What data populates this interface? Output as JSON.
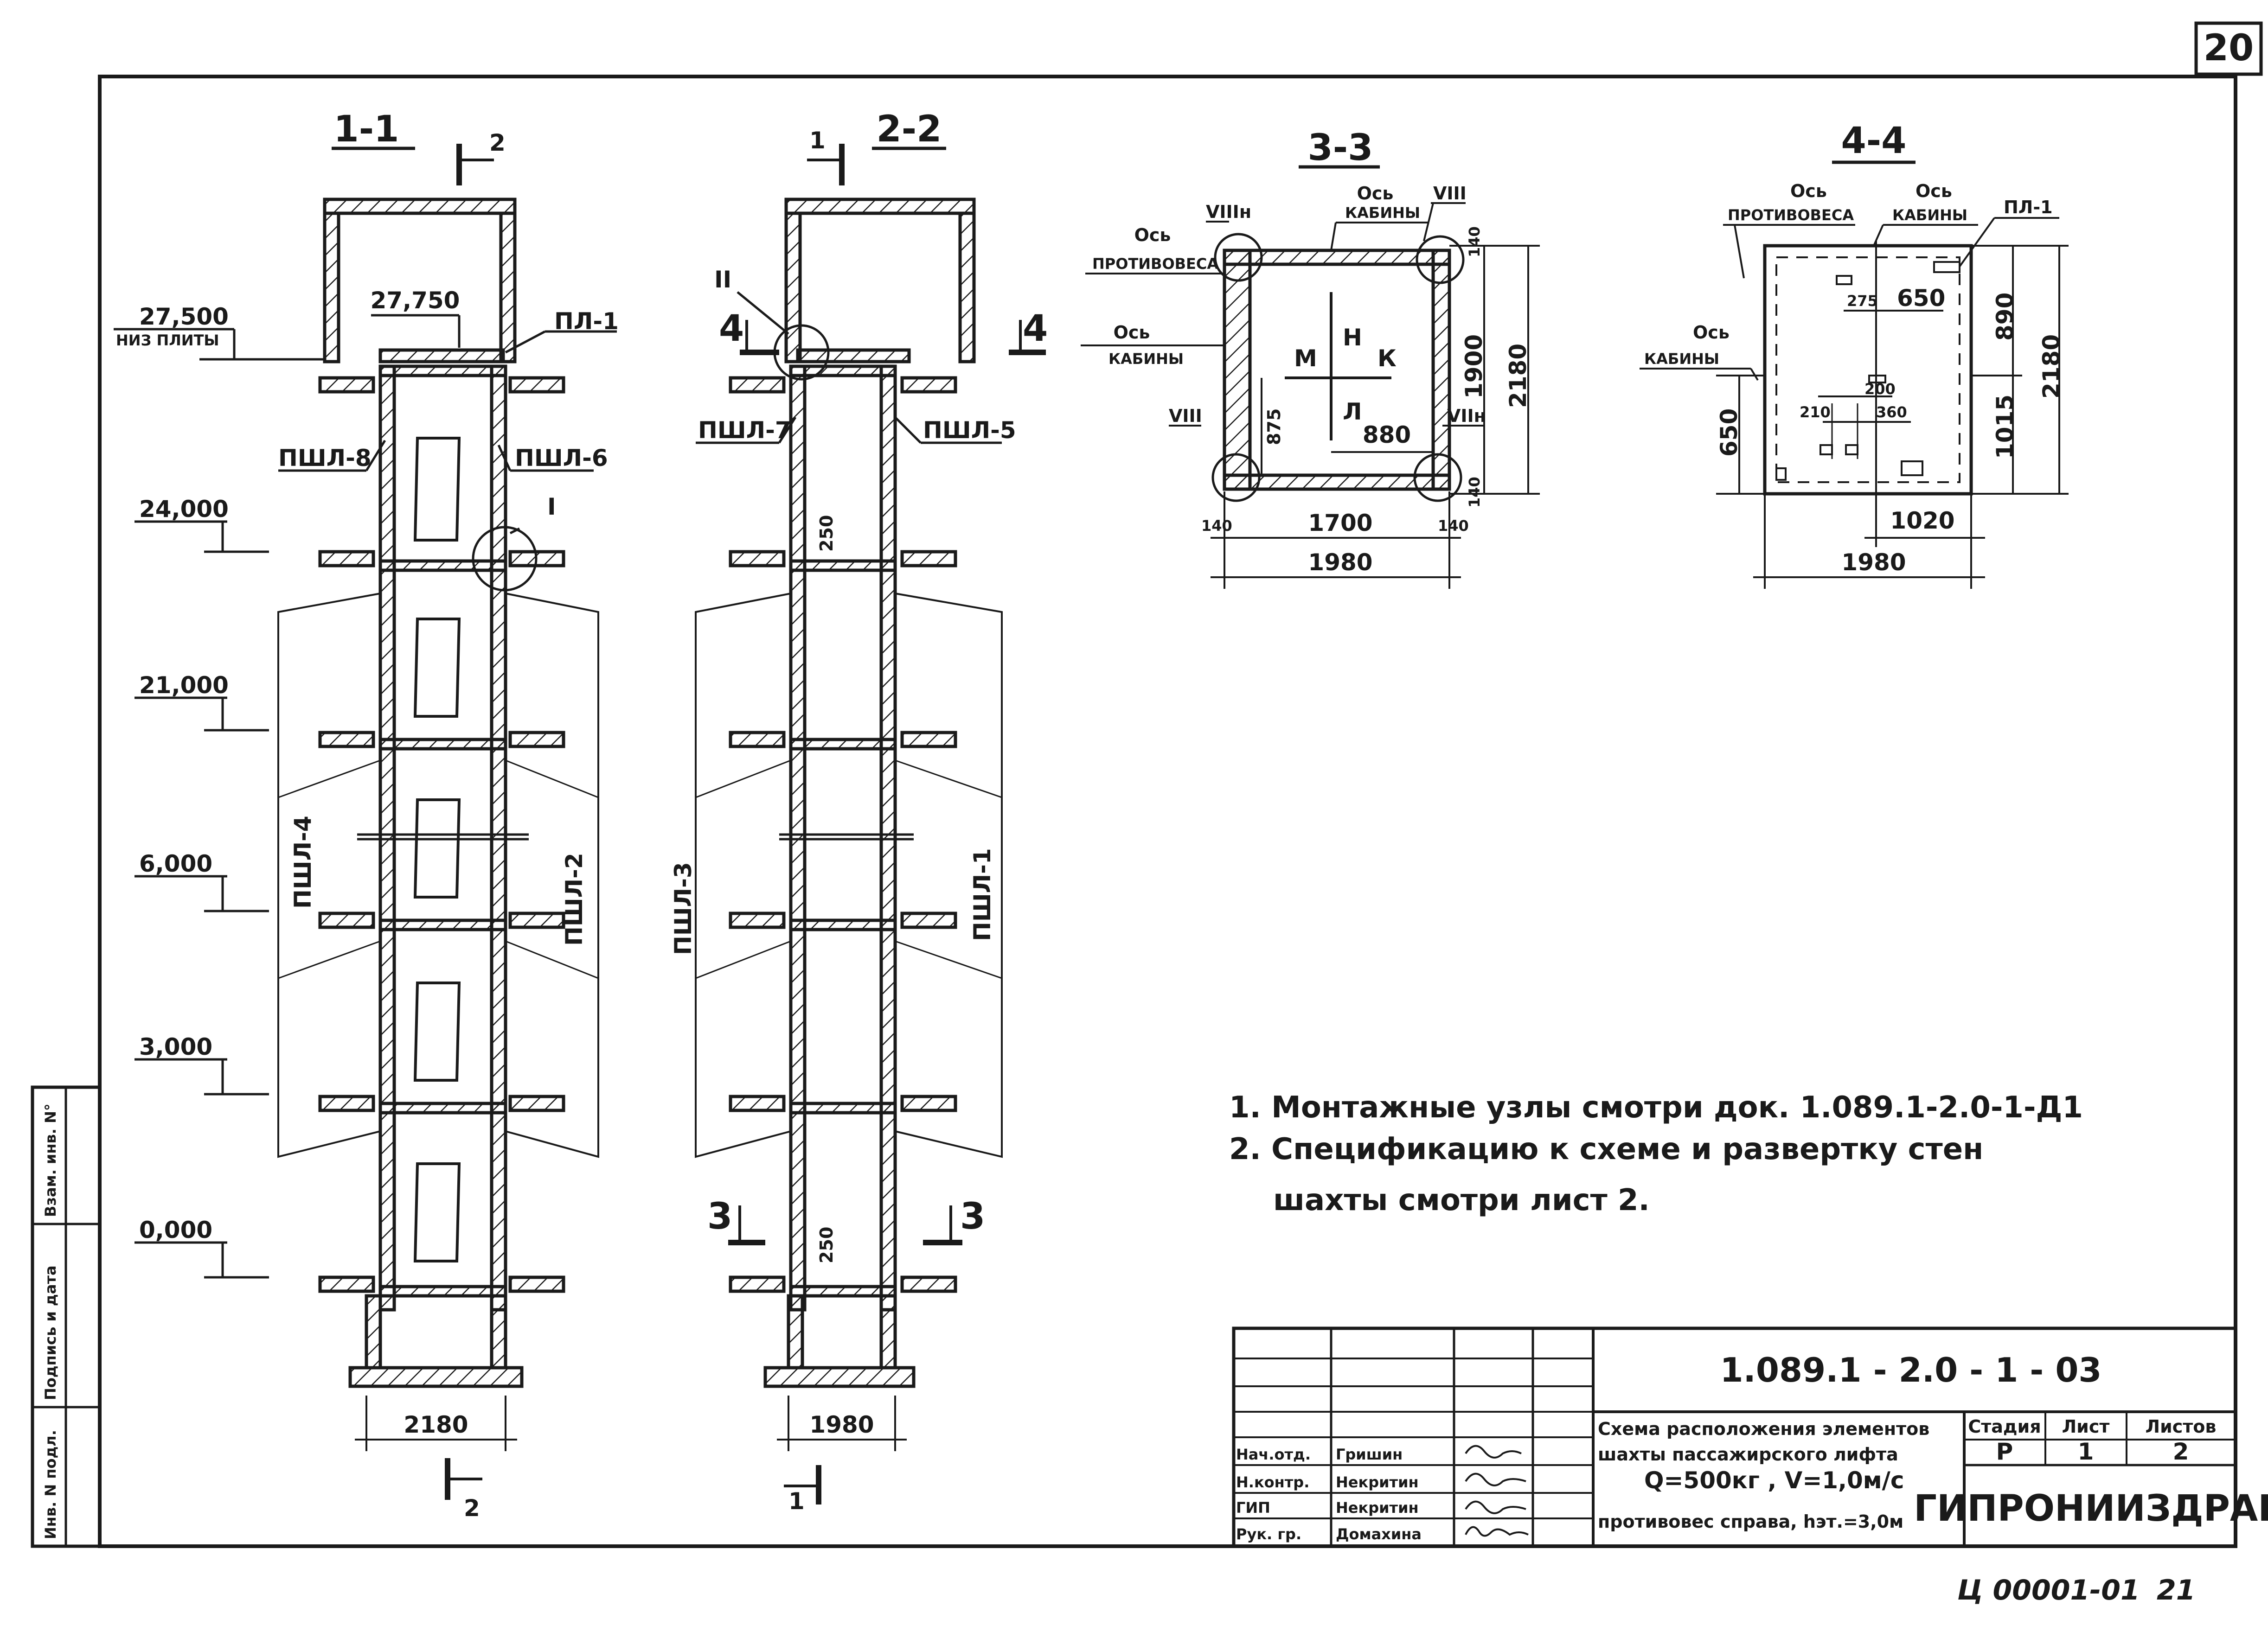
{
  "sheet": {
    "page_number": "20",
    "footer_code": "Ц 00001-01",
    "footer_number": "21"
  },
  "section_1_1": {
    "title": "1-1",
    "cut_marker_top": "2",
    "cut_marker_bottom": "2",
    "elevations": [
      "27,500",
      "24,000",
      "21,000",
      "6,000",
      "3,000",
      "0,000"
    ],
    "elevation_note": "НИЗ ПЛИТЫ",
    "slab_elevation": "27,750",
    "panels": {
      "top_slab": "ПЛ-1",
      "left_wall": "ПШЛ-8",
      "right_wall": "ПШЛ-6",
      "left_band": "ПШЛ-4",
      "right_band": "ПШЛ-2"
    },
    "node_mark": "I",
    "width_dim": "2180"
  },
  "section_2_2": {
    "title": "2-2",
    "cut_marker_top": "1",
    "cut_marker_bottom": "1",
    "node_mark": "II",
    "cut_4": "4",
    "cut_3": "3",
    "panels": {
      "left_wall": "ПШЛ-7",
      "right_wall": "ПШЛ-5",
      "left_band": "ПШЛ-3",
      "right_band": "ПШЛ-1"
    },
    "gap_dims": [
      "250",
      "250"
    ],
    "width_dim": "1980"
  },
  "section_3_3": {
    "title": "3-3",
    "labels": {
      "counterweight_axis": "Ось",
      "counterweight_axis_2": "ПРОТИВОВЕСА",
      "cabin_axis_top": "Ось",
      "cabin_axis_top_2": "КАБИНЫ",
      "cabin_axis_left": "Ось",
      "cabin_axis_left_2": "КАБИНЫ"
    },
    "node_marks": [
      "VIIIн",
      "VIII",
      "VIII",
      "VIIн"
    ],
    "directions": [
      "Н",
      "М",
      "К",
      "Л"
    ],
    "dims": {
      "inner_h": "1900",
      "outer_h": "2180",
      "top_gap": "140",
      "bottom_gap": "140",
      "left_gap": "140",
      "right_gap": "140",
      "inner_w": "1700",
      "outer_w": "1980",
      "left_offset": "875",
      "right_offset": "880"
    }
  },
  "section_4_4": {
    "title": "4-4",
    "labels": {
      "counterweight_axis": "Ось",
      "counterweight_axis_2": "ПРОТИВОВЕСА",
      "cabin_axis_top": "Ось",
      "cabin_axis_top_2": "КАБИНЫ",
      "cabin_axis_left": "Ось",
      "cabin_axis_left_2": "КАБИНЫ",
      "slab": "ПЛ-1"
    },
    "dims": {
      "d275": "275",
      "d650": "650",
      "d200": "200",
      "d210": "210",
      "d360": "360",
      "d890": "890",
      "d1015": "1015",
      "d2180": "2180",
      "d650v": "650",
      "d1020": "1020",
      "d1980": "1980"
    }
  },
  "notes": [
    "1.  Монтажные узлы смотри док. 1.089.1-2.0-1-Д1",
    "2.  Спецификацию к схеме и развертку стен",
    "шахты смотри лист 2."
  ],
  "left_stamp": [
    "Инв. N подл.",
    "Подпись и дата",
    "Взам. инв. N°"
  ],
  "title_block": {
    "code": "1.089.1 - 2.0 - 1 - 03",
    "description": [
      "Схема расположения элементов",
      "шахты пассажирского лифта",
      "Q=500кг ,  V=1,0м/с",
      "противовес справа, hэт.=3,0м"
    ],
    "headers": [
      "Стадия",
      "Лист",
      "Листов"
    ],
    "values": [
      "Р",
      "1",
      "2"
    ],
    "organization": "ГИПРОНИИЗДРАВ",
    "people": [
      {
        "role": "Нач.отд.",
        "name": "Гришин"
      },
      {
        "role": "Н.контр.",
        "name": "Некритин"
      },
      {
        "role": "ГИП",
        "name": "Некритин"
      },
      {
        "role": "Рук. гр.",
        "name": "Домахина"
      }
    ]
  }
}
